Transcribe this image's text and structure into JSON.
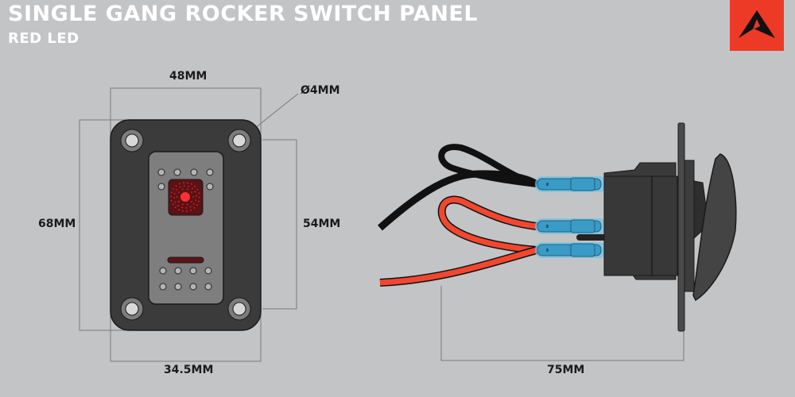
{
  "header": {
    "title": "SINGLE GANG ROCKER SWITCH PANEL",
    "subtitle": "RED LED"
  },
  "logo": {
    "icon": "arrowhead-logo-icon",
    "color": "#ec3a26"
  },
  "front_view": {
    "dimensions": {
      "width": "48MM",
      "height": "68MM",
      "hole_spacing_vertical": "54MM",
      "hole_spacing_horizontal": "34.5MM",
      "hole_diameter": "Ø4MM"
    },
    "led_color": "#e8232a"
  },
  "side_view": {
    "dimensions": {
      "depth": "75MM"
    },
    "wires": [
      "black",
      "red",
      "red"
    ],
    "wire_colors": {
      "black": "#1a1a1a",
      "red": "#f2472f",
      "terminal": "#3a9bc6"
    }
  }
}
